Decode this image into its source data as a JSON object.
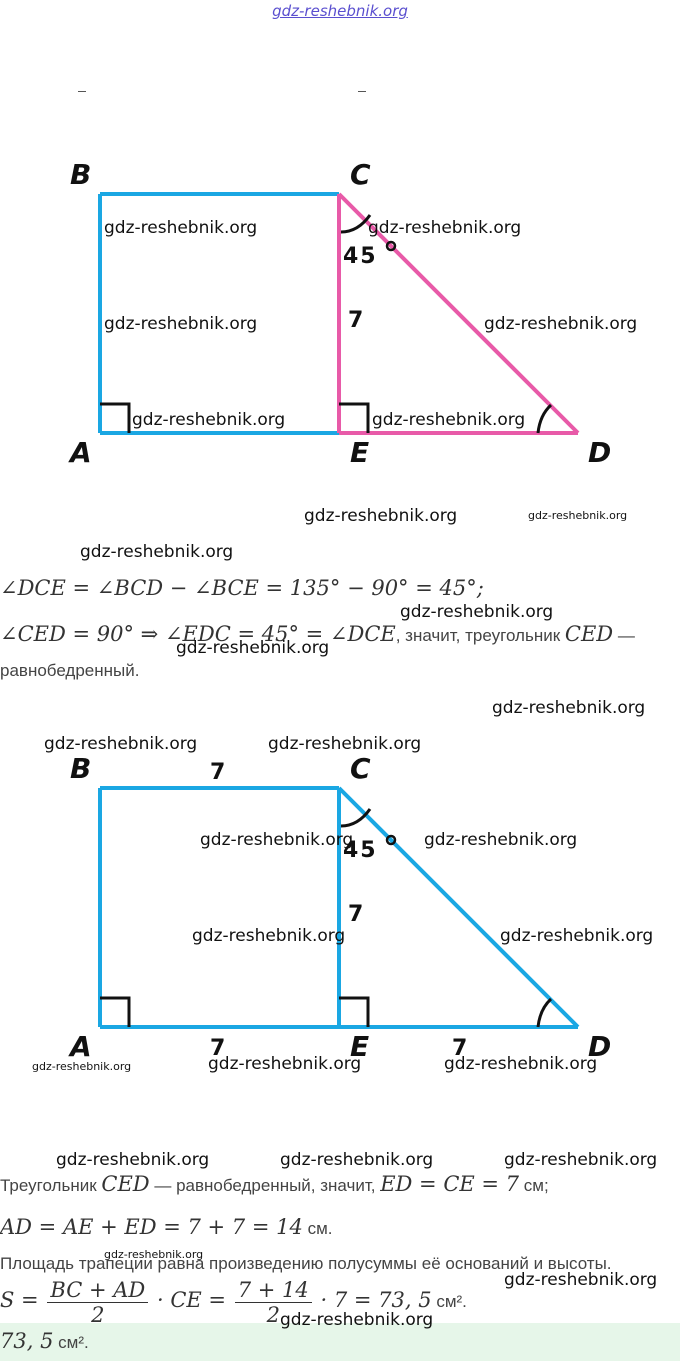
{
  "site_link": "gdz-reshebnik.org",
  "watermark": "gdz-reshebnik.org",
  "figure1": {
    "vertex_labels": {
      "B": "B",
      "C": "C",
      "A": "A",
      "E": "E",
      "D": "D"
    },
    "angle_label": "45",
    "side_label": "7",
    "colors": {
      "rect": "#1aa7e3",
      "triangle": "#e85aa8"
    }
  },
  "figure2": {
    "vertex_labels": {
      "B": "B",
      "C": "C",
      "A": "A",
      "E": "E",
      "D": "D"
    },
    "angle_label": "45",
    "side_labels": {
      "bc": "7",
      "ce": "7",
      "ae": "7",
      "ed": "7"
    },
    "colors": {
      "shape": "#1aa7e3"
    }
  },
  "solution": {
    "line1": "∠DCE = ∠BCD − ∠BCE = 135° − 90° = 45°;",
    "line2_math": "∠CED = 90°  ⇒  ∠EDC = 45° = ∠DCE",
    "line2_text": ", значит, треугольник ",
    "line2_math2": "CED",
    "line2_end": " —",
    "line3": "равнобедренный.",
    "line4_a": "Треугольник ",
    "line4_math": "CED",
    "line4_b": " — равнобедренный, значит, ",
    "line4_math2": "ED = CE = 7",
    "line4_c": " см;",
    "line5_math": "AD = AE + ED = 7 + 7 = 14",
    "line5_c": " см.",
    "line6": "Площадь трапеции равна произведению полусуммы её оснований и высоты.",
    "formula_s": "S =",
    "frac1_top": "BC + AD",
    "frac1_bot": "2",
    "formula_mid": "· CE =",
    "frac2_top": "7 + 14",
    "frac2_bot": "2",
    "formula_end": "· 7 = 73, 5",
    "formula_unit": " см².",
    "answer_math": "73, 5",
    "answer_unit": " см²."
  }
}
